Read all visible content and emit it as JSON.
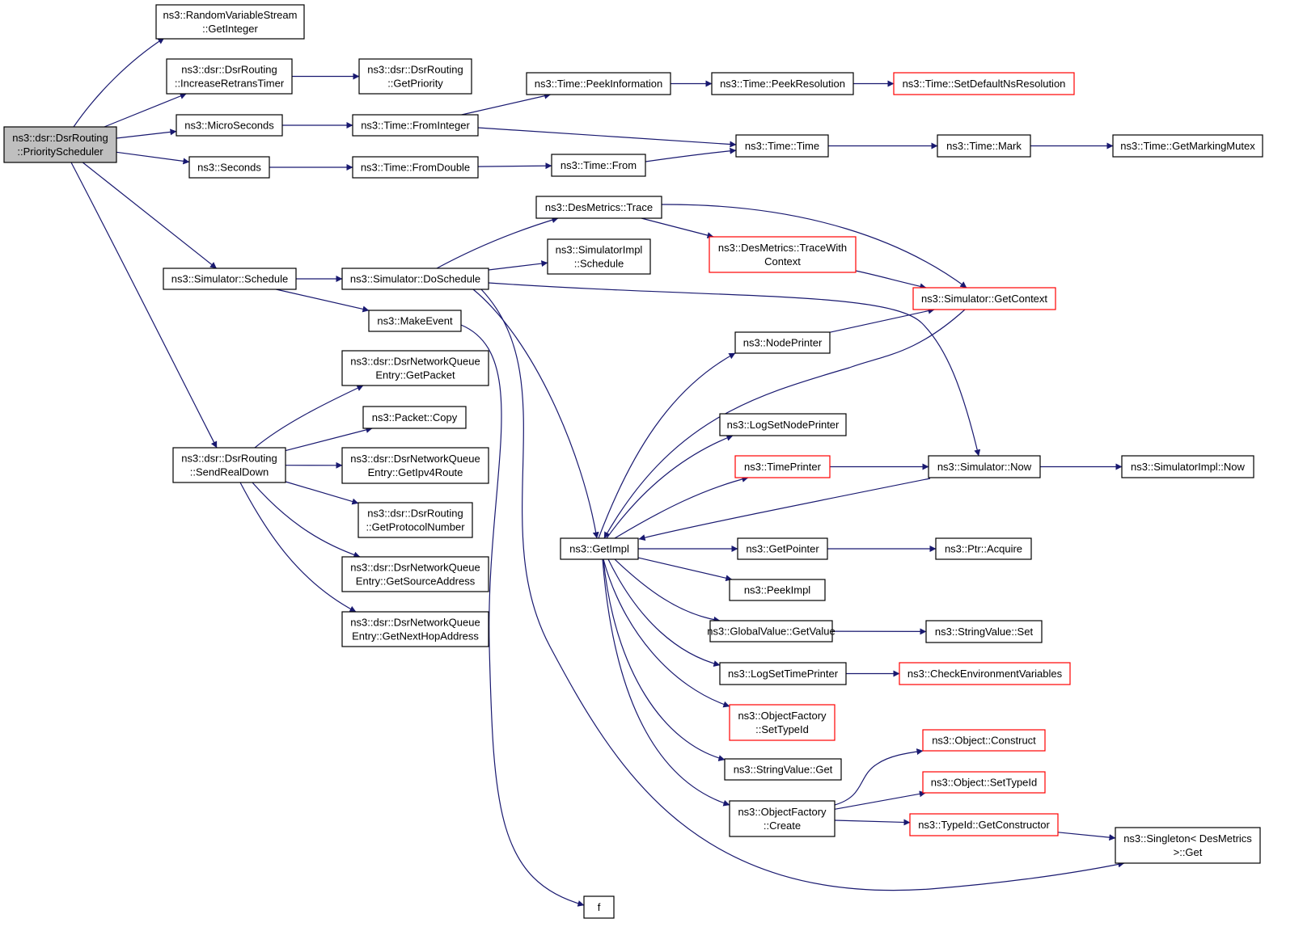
{
  "colors": {
    "edge": "#191970",
    "border_normal": "#000000",
    "border_truncated": "#ff0000",
    "root_fill": "#bfbfbf",
    "node_fill": "#ffffff"
  },
  "nodes": [
    {
      "id": "root",
      "lines": [
        "ns3::dsr::DsrRouting",
        "::PriorityScheduler"
      ],
      "style": "root"
    },
    {
      "id": "rvs_getint",
      "lines": [
        "ns3::RandomVariableStream",
        "::GetInteger"
      ],
      "style": "normal"
    },
    {
      "id": "inc_retrans",
      "lines": [
        "ns3::dsr::DsrRouting",
        "::IncreaseRetransTimer"
      ],
      "style": "normal"
    },
    {
      "id": "getpriority",
      "lines": [
        "ns3::dsr::DsrRouting",
        "::GetPriority"
      ],
      "style": "normal"
    },
    {
      "id": "microseconds",
      "lines": [
        "ns3::MicroSeconds"
      ],
      "style": "normal"
    },
    {
      "id": "frominteger",
      "lines": [
        "ns3::Time::FromInteger"
      ],
      "style": "normal"
    },
    {
      "id": "peekinfo",
      "lines": [
        "ns3::Time::PeekInformation"
      ],
      "style": "normal"
    },
    {
      "id": "peekres",
      "lines": [
        "ns3::Time::PeekResolution"
      ],
      "style": "normal"
    },
    {
      "id": "setdefns",
      "lines": [
        "ns3::Time::SetDefaultNsResolution"
      ],
      "style": "truncated"
    },
    {
      "id": "seconds",
      "lines": [
        "ns3::Seconds"
      ],
      "style": "normal"
    },
    {
      "id": "fromdouble",
      "lines": [
        "ns3::Time::FromDouble"
      ],
      "style": "normal"
    },
    {
      "id": "timefrom",
      "lines": [
        "ns3::Time::From"
      ],
      "style": "normal"
    },
    {
      "id": "timetime",
      "lines": [
        "ns3::Time::Time"
      ],
      "style": "normal"
    },
    {
      "id": "timemark",
      "lines": [
        "ns3::Time::Mark"
      ],
      "style": "normal"
    },
    {
      "id": "getmarkmutex",
      "lines": [
        "ns3::Time::GetMarkingMutex"
      ],
      "style": "normal"
    },
    {
      "id": "desmetrics_trace",
      "lines": [
        "ns3::DesMetrics::Trace"
      ],
      "style": "normal"
    },
    {
      "id": "simimpl_schedule",
      "lines": [
        "ns3::SimulatorImpl",
        "::Schedule"
      ],
      "style": "normal"
    },
    {
      "id": "tracewithctx",
      "lines": [
        "ns3::DesMetrics::TraceWith",
        "Context"
      ],
      "style": "truncated"
    },
    {
      "id": "sim_schedule",
      "lines": [
        "ns3::Simulator::Schedule"
      ],
      "style": "normal"
    },
    {
      "id": "sim_doschedule",
      "lines": [
        "ns3::Simulator::DoSchedule"
      ],
      "style": "normal"
    },
    {
      "id": "getcontext",
      "lines": [
        "ns3::Simulator::GetContext"
      ],
      "style": "truncated"
    },
    {
      "id": "makeevent",
      "lines": [
        "ns3::MakeEvent"
      ],
      "style": "normal"
    },
    {
      "id": "nodeprinter",
      "lines": [
        "ns3::NodePrinter"
      ],
      "style": "normal"
    },
    {
      "id": "q_getpacket",
      "lines": [
        "ns3::dsr::DsrNetworkQueue",
        "Entry::GetPacket"
      ],
      "style": "normal"
    },
    {
      "id": "packetcopy",
      "lines": [
        "ns3::Packet::Copy"
      ],
      "style": "normal"
    },
    {
      "id": "logsetnodeprinter",
      "lines": [
        "ns3::LogSetNodePrinter"
      ],
      "style": "normal"
    },
    {
      "id": "sendrealdown",
      "lines": [
        "ns3::dsr::DsrRouting",
        "::SendRealDown"
      ],
      "style": "normal"
    },
    {
      "id": "q_getipv4route",
      "lines": [
        "ns3::dsr::DsrNetworkQueue",
        "Entry::GetIpv4Route"
      ],
      "style": "normal"
    },
    {
      "id": "timeprinter",
      "lines": [
        "ns3::TimePrinter"
      ],
      "style": "truncated"
    },
    {
      "id": "sim_now",
      "lines": [
        "ns3::Simulator::Now"
      ],
      "style": "normal"
    },
    {
      "id": "simimpl_now",
      "lines": [
        "ns3::SimulatorImpl::Now"
      ],
      "style": "normal"
    },
    {
      "id": "getprotonum",
      "lines": [
        "ns3::dsr::DsrRouting",
        "::GetProtocolNumber"
      ],
      "style": "normal"
    },
    {
      "id": "getimpl",
      "lines": [
        "ns3::GetImpl"
      ],
      "style": "normal"
    },
    {
      "id": "getpointer",
      "lines": [
        "ns3::GetPointer"
      ],
      "style": "normal"
    },
    {
      "id": "ptracquire",
      "lines": [
        "ns3::Ptr::Acquire"
      ],
      "style": "normal"
    },
    {
      "id": "q_getsrcaddr",
      "lines": [
        "ns3::dsr::DsrNetworkQueue",
        "Entry::GetSourceAddress"
      ],
      "style": "normal"
    },
    {
      "id": "peekimpl",
      "lines": [
        "ns3::PeekImpl"
      ],
      "style": "normal"
    },
    {
      "id": "q_getnexthop",
      "lines": [
        "ns3::dsr::DsrNetworkQueue",
        "Entry::GetNextHopAddress"
      ],
      "style": "normal"
    },
    {
      "id": "gv_getvalue",
      "lines": [
        "ns3::GlobalValue::GetValue"
      ],
      "style": "normal"
    },
    {
      "id": "sv_set",
      "lines": [
        "ns3::StringValue::Set"
      ],
      "style": "normal"
    },
    {
      "id": "logsettimeprinter",
      "lines": [
        "ns3::LogSetTimePrinter"
      ],
      "style": "normal"
    },
    {
      "id": "checkenv",
      "lines": [
        "ns3::CheckEnvironmentVariables"
      ],
      "style": "truncated"
    },
    {
      "id": "of_settypeid",
      "lines": [
        "ns3::ObjectFactory",
        "::SetTypeId"
      ],
      "style": "truncated"
    },
    {
      "id": "obj_construct",
      "lines": [
        "ns3::Object::Construct"
      ],
      "style": "truncated"
    },
    {
      "id": "sv_get",
      "lines": [
        "ns3::StringValue::Get"
      ],
      "style": "normal"
    },
    {
      "id": "obj_settypeid",
      "lines": [
        "ns3::Object::SetTypeId"
      ],
      "style": "truncated"
    },
    {
      "id": "of_create",
      "lines": [
        "ns3::ObjectFactory",
        "::Create"
      ],
      "style": "normal"
    },
    {
      "id": "typeid_getctor",
      "lines": [
        "ns3::TypeId::GetConstructor"
      ],
      "style": "truncated"
    },
    {
      "id": "singleton_get",
      "lines": [
        "ns3::Singleton< DesMetrics",
        ">::Get"
      ],
      "style": "normal"
    },
    {
      "id": "f",
      "lines": [
        "f"
      ],
      "style": "normal"
    }
  ],
  "edges": [
    [
      "root",
      "rvs_getint"
    ],
    [
      "root",
      "inc_retrans"
    ],
    [
      "root",
      "microseconds"
    ],
    [
      "root",
      "seconds"
    ],
    [
      "root",
      "sim_schedule"
    ],
    [
      "root",
      "sendrealdown"
    ],
    [
      "inc_retrans",
      "getpriority"
    ],
    [
      "microseconds",
      "frominteger"
    ],
    [
      "frominteger",
      "peekinfo"
    ],
    [
      "frominteger",
      "timetime"
    ],
    [
      "peekinfo",
      "peekres"
    ],
    [
      "peekres",
      "setdefns"
    ],
    [
      "seconds",
      "fromdouble"
    ],
    [
      "fromdouble",
      "timefrom"
    ],
    [
      "timefrom",
      "timetime"
    ],
    [
      "timetime",
      "timemark"
    ],
    [
      "timemark",
      "getmarkmutex"
    ],
    [
      "sim_schedule",
      "sim_doschedule"
    ],
    [
      "sim_schedule",
      "makeevent"
    ],
    [
      "sim_doschedule",
      "desmetrics_trace"
    ],
    [
      "sim_doschedule",
      "simimpl_schedule"
    ],
    [
      "sim_doschedule",
      "sim_now"
    ],
    [
      "sim_doschedule",
      "getimpl"
    ],
    [
      "sim_doschedule",
      "singleton_get"
    ],
    [
      "desmetrics_trace",
      "tracewithctx"
    ],
    [
      "desmetrics_trace",
      "getcontext"
    ],
    [
      "tracewithctx",
      "getcontext"
    ],
    [
      "makeevent",
      "f"
    ],
    [
      "nodeprinter",
      "getcontext"
    ],
    [
      "timeprinter",
      "sim_now"
    ],
    [
      "sim_now",
      "simimpl_now"
    ],
    [
      "sendrealdown",
      "q_getpacket"
    ],
    [
      "sendrealdown",
      "packetcopy"
    ],
    [
      "sendrealdown",
      "q_getipv4route"
    ],
    [
      "sendrealdown",
      "getprotonum"
    ],
    [
      "sendrealdown",
      "q_getsrcaddr"
    ],
    [
      "sendrealdown",
      "q_getnexthop"
    ],
    [
      "getcontext",
      "getimpl"
    ],
    [
      "sim_now",
      "getimpl"
    ],
    [
      "getimpl",
      "nodeprinter"
    ],
    [
      "getimpl",
      "logsetnodeprinter"
    ],
    [
      "getimpl",
      "timeprinter"
    ],
    [
      "getimpl",
      "getpointer"
    ],
    [
      "getimpl",
      "peekimpl"
    ],
    [
      "getimpl",
      "gv_getvalue"
    ],
    [
      "getimpl",
      "logsettimeprinter"
    ],
    [
      "getimpl",
      "of_settypeid"
    ],
    [
      "getimpl",
      "sv_get"
    ],
    [
      "getimpl",
      "of_create"
    ],
    [
      "getpointer",
      "ptracquire"
    ],
    [
      "gv_getvalue",
      "sv_set"
    ],
    [
      "logsettimeprinter",
      "checkenv"
    ],
    [
      "of_create",
      "obj_construct"
    ],
    [
      "of_create",
      "obj_settypeid"
    ],
    [
      "of_create",
      "typeid_getctor"
    ],
    [
      "typeid_getctor",
      "singleton_get"
    ]
  ]
}
